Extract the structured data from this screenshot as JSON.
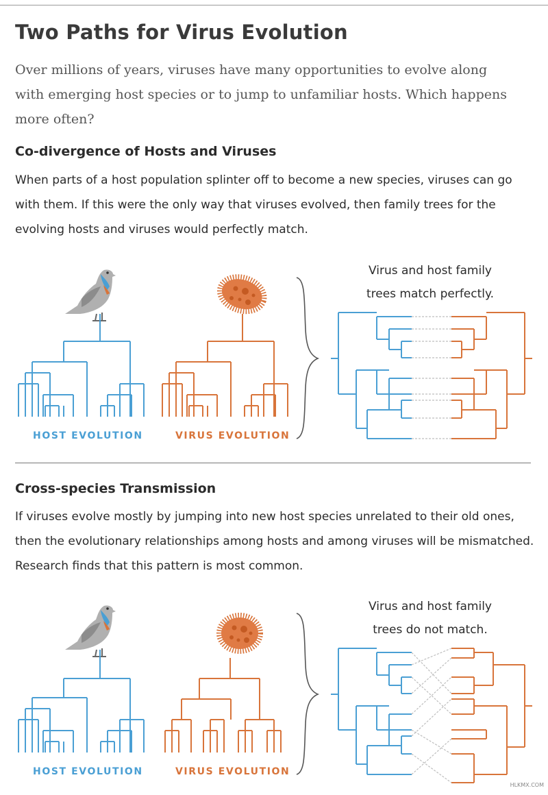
{
  "title": "Two Paths for Virus Evolution",
  "intro": "Over millions of years, viruses have many opportunities to evolve along with emerging host species or to jump to unfamiliar hosts. Which happens more often?",
  "sections": [
    {
      "heading": "Co-divergence of Hosts and Viruses",
      "body": "When parts of a host population splinter off to become a new species, viruses can go with them. If this were the only way that viruses evolved, then family trees for the evolving hosts and viruses would perfectly match.",
      "caption_line1": "Virus and host family",
      "caption_line2": "trees match perfectly.",
      "host_label": "HOST EVOLUTION",
      "virus_label": "VIRUS EVOLUTION"
    },
    {
      "heading": "Cross-species Transmission",
      "body": "If viruses evolve mostly by jumping into new host species unrelated to their old ones, then the evolutionary relationships among hosts and among viruses will be mismatched. Research finds that this pattern is most common.",
      "caption_line1": "Virus and host family",
      "caption_line2": "trees do not match.",
      "host_label": "HOST EVOLUTION",
      "virus_label": "VIRUS EVOLUTION"
    }
  ],
  "colors": {
    "host": "#4a9fd4",
    "virus": "#d8743a",
    "pigeon": "#b0b0b0",
    "link": "#bdbdbd"
  },
  "icons": {
    "host": "pigeon-icon",
    "virus": "virus-icon"
  },
  "watermark": "HLKMX.COM"
}
